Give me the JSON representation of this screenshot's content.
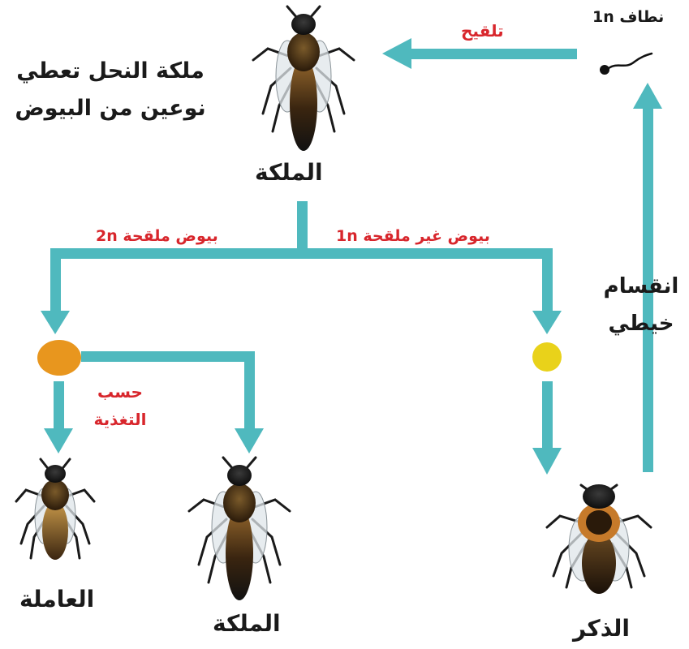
{
  "title": {
    "line1": "ملكة النحل تعطي",
    "line2": "نوعين من البيوض"
  },
  "labels": {
    "sperm": "نطاف 1n",
    "fertilization": "تلقيح",
    "queen_top": "الملكة",
    "fertilized_eggs": "بيوض ملقحة 2n",
    "unfertilized_eggs": "بيوض غير ملقحة 1n",
    "mitosis_line1": "انقسام",
    "mitosis_line2": "خيطي",
    "nutrition_line1": "حسب",
    "nutrition_line2": "التغذية",
    "worker": "العاملة",
    "queen_bottom": "الملكة",
    "drone": "الذكر"
  },
  "colors": {
    "arrow": "#4fb9be",
    "label_red": "#d8262c",
    "label_black": "#1a1a1a",
    "egg_fertilized": "#e8961e",
    "egg_unfertilized": "#e9d21a"
  }
}
